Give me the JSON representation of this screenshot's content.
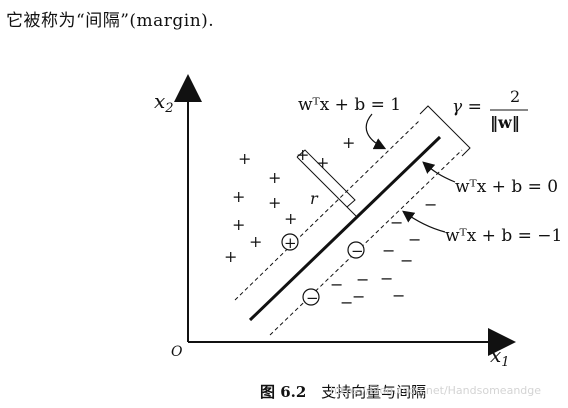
{
  "intro": {
    "text": "它被称为“间隔”(margin)."
  },
  "axes": {
    "y_label": "x",
    "y_sub": "2",
    "x_label": "x",
    "x_sub": "1",
    "origin": "O"
  },
  "labels": {
    "upper_margin": "wᵀx + b = 1",
    "hyperplane": "wᵀx + b = 0",
    "lower_margin": "wᵀx + b = −1",
    "gamma": "γ =",
    "gamma_num": "2",
    "gamma_den": "‖w‖",
    "r": "r",
    "plus_sign": "+",
    "minus_sign": "−"
  },
  "caption": {
    "fig_num": "图 6.2",
    "title": "支持向量与间隔"
  },
  "watermark": "https://blog.csdn.net/Handsomeandge"
}
